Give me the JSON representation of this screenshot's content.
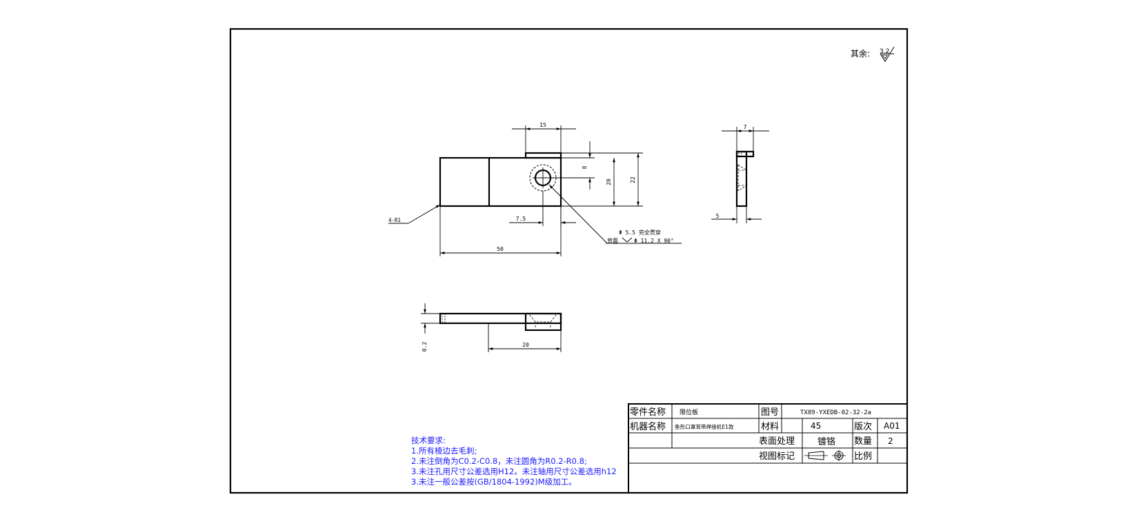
{
  "surface_note": {
    "label": "其余:",
    "roughness_value": "3.2"
  },
  "views": {
    "front": {
      "dim_top": "15",
      "dim_hole_offset": "8",
      "dim_height_inner": "20",
      "dim_height_outer": "22",
      "dim_bottom_offset": "7.5",
      "dim_overall_width": "50",
      "chamfer_note": "4-R1",
      "hole_callout_line1": "Φ 5.5 完全贯穿",
      "hole_callout_line2_prefix": "背面",
      "hole_callout_line2_value": "Φ 11.2 X 90°"
    },
    "side": {
      "dim_top": "7",
      "dim_bottom": "5"
    },
    "bottom": {
      "dim_thickness": "0.2",
      "dim_width": "20"
    }
  },
  "tech_requirements": {
    "title": "技术要求:",
    "items": [
      "1.所有棱边去毛刺;",
      "2.未注倒角为C0.2-C0.8，未注圆角为R0.2-R0.8;",
      "3.未注孔用尺寸公差选用H12。未注轴用尺寸公差选用h12",
      "3.未注一般公差按(GB/1804-1992)M级加工。"
    ]
  },
  "title_block": {
    "part_name_label": "零件名称",
    "part_name_value": "限位板",
    "drawing_no_label": "图号",
    "drawing_no_value": "TX89-YXEDB-02-32-2a",
    "machine_name_label": "机器名称",
    "machine_name_value": "鱼形口罩耳带焊接机E1款",
    "material_label": "材料",
    "material_value": "45",
    "revision_label": "版次",
    "revision_value": "A01",
    "surface_label": "表面处理",
    "surface_value": "镀铬",
    "quantity_label": "数量",
    "quantity_value": "2",
    "view_mark_label": "视图标记",
    "scale_label": "比例",
    "scale_value": ""
  }
}
